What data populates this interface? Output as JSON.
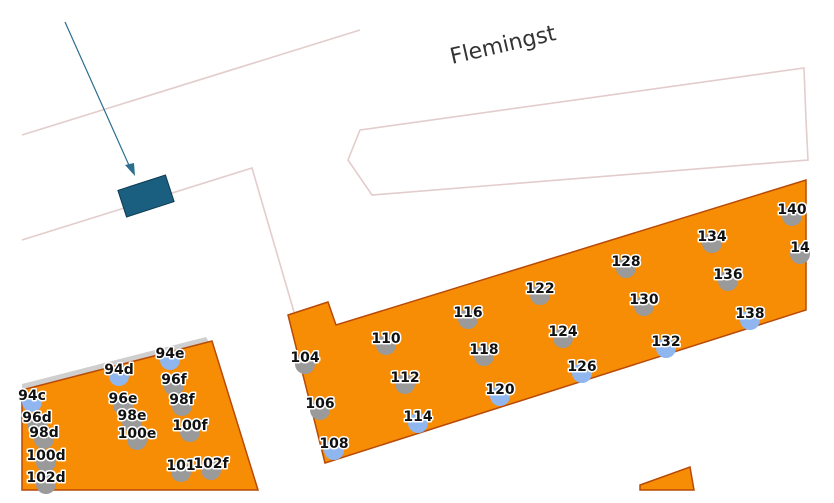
{
  "street_name": "Flemingst",
  "colors": {
    "building_fill": "#f78c05",
    "building_stroke": "#b84a07",
    "marker_gray": "#9a9a9a",
    "marker_blue": "#8fb6ee",
    "road_line": "#e3cccc",
    "pointer_fill": "#1a5e80",
    "pointer_line": "#2b6e8e"
  },
  "address_points": [
    {
      "label": "140",
      "dot": "gray"
    },
    {
      "label": "14",
      "dot": "gray"
    },
    {
      "label": "134",
      "dot": "gray"
    },
    {
      "label": "136",
      "dot": "gray"
    },
    {
      "label": "128",
      "dot": "gray"
    },
    {
      "label": "130",
      "dot": "gray"
    },
    {
      "label": "138",
      "dot": "blue"
    },
    {
      "label": "122",
      "dot": "gray"
    },
    {
      "label": "124",
      "dot": "gray"
    },
    {
      "label": "132",
      "dot": "blue"
    },
    {
      "label": "116",
      "dot": "gray"
    },
    {
      "label": "118",
      "dot": "gray"
    },
    {
      "label": "126",
      "dot": "blue"
    },
    {
      "label": "110",
      "dot": "gray"
    },
    {
      "label": "112",
      "dot": "gray"
    },
    {
      "label": "120",
      "dot": "blue"
    },
    {
      "label": "104",
      "dot": "gray"
    },
    {
      "label": "106",
      "dot": "gray"
    },
    {
      "label": "114",
      "dot": "blue"
    },
    {
      "label": "108",
      "dot": "blue"
    },
    {
      "label": "94e",
      "dot": "blue"
    },
    {
      "label": "94d",
      "dot": "blue"
    },
    {
      "label": "96f",
      "dot": "gray"
    },
    {
      "label": "94c",
      "dot": "blue"
    },
    {
      "label": "96e",
      "dot": "gray"
    },
    {
      "label": "98f",
      "dot": "gray"
    },
    {
      "label": "96d",
      "dot": "gray"
    },
    {
      "label": "98e",
      "dot": "gray"
    },
    {
      "label": "98d",
      "dot": "gray"
    },
    {
      "label": "100e",
      "dot": "gray"
    },
    {
      "label": "100f",
      "dot": "gray"
    },
    {
      "label": "100d",
      "dot": "gray"
    },
    {
      "label": "102f",
      "dot": "gray"
    },
    {
      "label": "101",
      "dot": "gray"
    },
    {
      "label": "102d",
      "dot": "gray"
    }
  ]
}
